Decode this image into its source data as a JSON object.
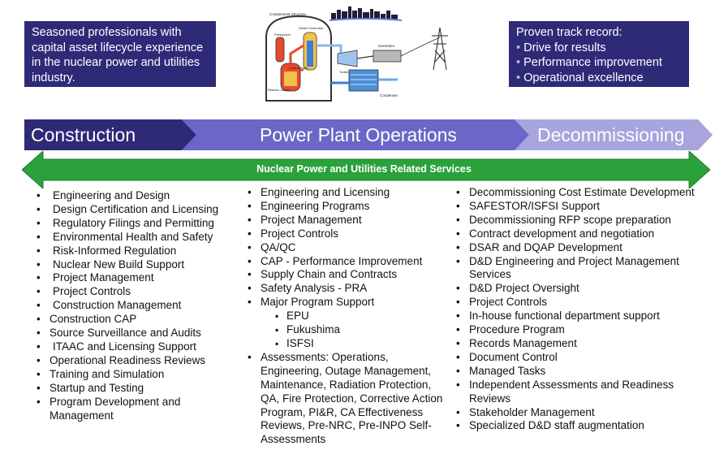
{
  "intro": {
    "left_text": "Seasoned professionals with capital asset lifecycle experience in the nuclear power and utilities industry.",
    "right_heading": "Proven track record:",
    "right_points": [
      "Drive for results",
      "Performance improvement",
      "Operational excellence"
    ]
  },
  "plant_diagram": {
    "labels": {
      "containment": "Containment Structure",
      "pressurizer": "Pressurizer",
      "steam_generator": "Steam Generator",
      "control_rods": "Control Rods",
      "reactor_vessel": "Reactor Vessel",
      "turbine": "Turbine",
      "generator": "Generator",
      "condenser": "Condenser"
    }
  },
  "stages": [
    "Construction",
    "Power Plant Operations",
    "Decommissioning"
  ],
  "services_title": "Nuclear Power and Utilities Related Services",
  "colors": {
    "navy": "#2e2a78",
    "purple": "#6b66c7",
    "lavender": "#a8a4dd",
    "green": "#2aa13a"
  },
  "columns": {
    "construction": [
      "Engineering and Design",
      "Design Certification and Licensing",
      "Regulatory Filings and Permitting",
      "Environmental Health and Safety",
      "Risk-Informed Regulation",
      "Nuclear New Build Support",
      "Project Management",
      "Project Controls",
      "Construction Management",
      "Construction CAP",
      "Source Surveillance and Audits",
      "ITAAC and Licensing Support",
      "Operational Readiness Reviews",
      "Training and Simulation",
      "Startup and Testing",
      "Program Development and Management"
    ],
    "operations": [
      "Engineering and Licensing",
      "Engineering Programs",
      "Project Management",
      "Project Controls",
      "QA/QC",
      "CAP - Performance Improvement",
      "Supply Chain and Contracts",
      "Safety Analysis - PRA",
      "Major Program Support"
    ],
    "operations_sub": [
      "EPU",
      "Fukushima",
      "ISFSI"
    ],
    "operations_last": "Assessments: Operations, Engineering, Outage Management, Maintenance, Radiation Protection, QA, Fire Protection, Corrective Action Program, PI&R, CA Effectiveness Reviews, Pre-NRC, Pre-INPO Self-Assessments",
    "decommissioning": [
      "Decommissioning Cost Estimate Development",
      "SAFESTOR/ISFSI Support",
      "Decommissioning RFP scope preparation",
      "Contract development and negotiation",
      "DSAR and DQAP Development",
      "D&D Engineering and Project Management Services",
      "D&D Project Oversight",
      "Project Controls",
      "In-house functional department support",
      "Procedure Program",
      "Records Management",
      "Document Control",
      "Managed Tasks",
      "Independent Assessments and Readiness Reviews",
      "Stakeholder Management",
      "Specialized D&D staff augmentation"
    ]
  }
}
